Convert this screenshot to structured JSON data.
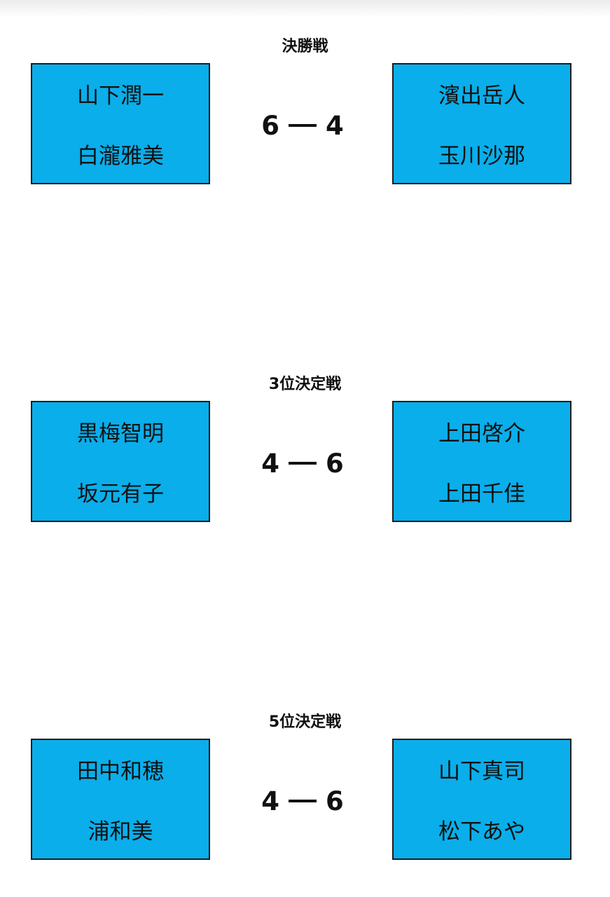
{
  "matches": [
    {
      "title": "決勝戦",
      "left_team": {
        "players": [
          "山下潤一",
          "白瀧雅美"
        ]
      },
      "right_team": {
        "players": [
          "濱出岳人",
          "玉川沙那"
        ]
      },
      "score": {
        "left": "6",
        "separator": "－",
        "right": "4"
      }
    },
    {
      "title": "3位決定戦",
      "left_team": {
        "players": [
          "黒梅智明",
          "坂元有子"
        ]
      },
      "right_team": {
        "players": [
          "上田啓介",
          "上田千佳"
        ]
      },
      "score": {
        "left": "4",
        "separator": "－",
        "right": "6"
      }
    },
    {
      "title": "5位決定戦",
      "left_team": {
        "players": [
          "田中和穂",
          "浦和美"
        ]
      },
      "right_team": {
        "players": [
          "山下真司",
          "松下あや"
        ]
      },
      "score": {
        "left": "4",
        "separator": "－",
        "right": "6"
      }
    }
  ],
  "colors": {
    "box_fill": "#0aaeea",
    "box_border": "#1c1c1c",
    "text": "#111111",
    "background": "#ffffff"
  }
}
